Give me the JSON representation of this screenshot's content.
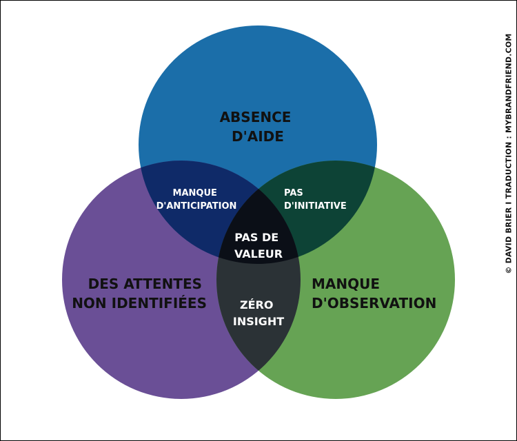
{
  "diagram": {
    "circles": {
      "top": {
        "lines": [
          "ABSENCE",
          "D'AIDE"
        ]
      },
      "left": {
        "lines": [
          "DES ATTENTES",
          "NON IDENTIFIÉES"
        ]
      },
      "right": {
        "lines": [
          "MANQUE",
          "D'OBSERVATION"
        ]
      }
    },
    "overlaps": {
      "top_left": {
        "lines": [
          "MANQUE",
          "D'ANTICIPATION"
        ]
      },
      "top_right": {
        "lines": [
          "PAS",
          "D'INITIATIVE"
        ]
      },
      "left_right": {
        "lines": [
          "ZÉRO",
          "INSIGHT"
        ]
      },
      "center": {
        "lines": [
          "PAS DE",
          "VALEUR"
        ]
      }
    },
    "colors": {
      "top": "#1b6ea9",
      "left": "#6a4f96",
      "right": "#66a354",
      "top_left": "#0f2a68",
      "top_right": "#0d4336",
      "left_right": "#2b3236",
      "center": "#0b0f17",
      "text_dark": "#111111",
      "text_light": "#ffffff"
    }
  },
  "credit": "© DAVID BRIER   I   TRADUCTION : MYBRANDFRIEND.COM"
}
